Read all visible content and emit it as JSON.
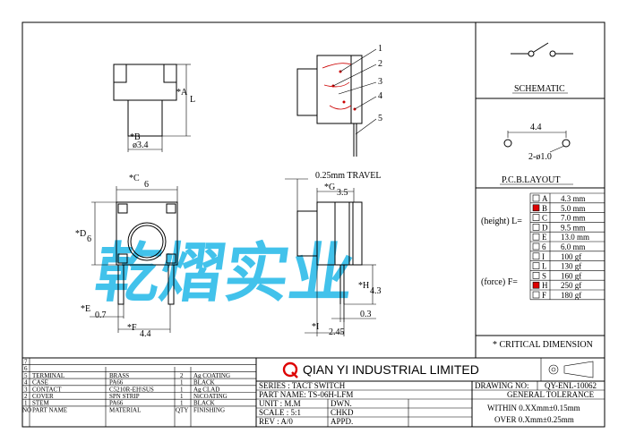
{
  "views": {
    "top_labels": {
      "A": "*A",
      "L": "L",
      "B": "*B",
      "dia": "ø3.4"
    },
    "side_callouts": [
      "1",
      "2",
      "3",
      "4",
      "5"
    ],
    "front_labels": {
      "C": "*C",
      "C_val": "6",
      "D": "*D",
      "D_val": "6",
      "E": "*E",
      "E_val": "0.7",
      "F": "*F",
      "F_val": "4.4"
    },
    "side_labels": {
      "travel": "0.25mm TRAVEL",
      "G": "*G",
      "G_val": "3.5",
      "H": "*H",
      "H_val": "4.3",
      "I": "*I",
      "I_val": "2.45",
      "pin": "0.3"
    }
  },
  "watermark": "乾熠实业",
  "schematic": {
    "title": "SCHEMATIC"
  },
  "pcb": {
    "title": "P.C.B.LAYOUT",
    "pitch": "4.4",
    "hole": "2-ø1.0"
  },
  "height_label": "(height)  L=",
  "force_label": "(force)  F=",
  "height_opts": [
    {
      "code": "A",
      "val": "4.3 mm",
      "checked": false
    },
    {
      "code": "B",
      "val": "5.0 mm",
      "checked": true
    },
    {
      "code": "C",
      "val": "7.0 mm",
      "checked": false
    },
    {
      "code": "D",
      "val": "9.5 mm",
      "checked": false
    },
    {
      "code": "E",
      "val": "13.0 mm",
      "checked": false
    },
    {
      "code": "6",
      "val": "6.0 mm",
      "checked": false
    }
  ],
  "force_opts": [
    {
      "code": "I",
      "val": "100 gf",
      "checked": false
    },
    {
      "code": "L",
      "val": "130 gf",
      "checked": false
    },
    {
      "code": "S",
      "val": "160 gf",
      "checked": false
    },
    {
      "code": "H",
      "val": "250 gf",
      "checked": true
    },
    {
      "code": "F",
      "val": "180 gf",
      "checked": false
    }
  ],
  "critical": "* CRITICAL  DIMENSION",
  "bom": {
    "empty_rows": [
      "7",
      "6"
    ],
    "rows": [
      {
        "no": "5",
        "part": "TERMINAL",
        "material": "BRASS",
        "qty": "2",
        "finish": "Ag COATING"
      },
      {
        "no": "4",
        "part": "CASE",
        "material": "PA66",
        "qty": "1",
        "finish": "BLACK"
      },
      {
        "no": "3",
        "part": "CONTACT",
        "material": "C5210R-EH\\SUS",
        "qty": "1",
        "finish": "Ag CLAD"
      },
      {
        "no": "2",
        "part": "COVER",
        "material": "SPN STRIP",
        "qty": "1",
        "finish": "NiCOATING"
      },
      {
        "no": "1",
        "part": "STEM",
        "material": "PA66",
        "qty": "1",
        "finish": "BLACK"
      }
    ],
    "header": {
      "no": "NO",
      "part": "PART NAME",
      "material": "MATERIAL",
      "qty": "QTY",
      "finish": "FINISHING"
    }
  },
  "company": "QIAN YI INDUSTRIAL LIMITED",
  "title_block": {
    "series": "SERIES : TACT SWITCH",
    "part_name": "PART NAME: TS-06H-LFM",
    "unit": "UNIT : M.M",
    "scale": "SCALE : 5:1",
    "rev": "REV  : A/0",
    "dwn": "DWN.",
    "chkd": "CHKD",
    "appd": "APPD.",
    "drawing_no": "DRAWING NO:",
    "drawing_no_val": "QY-ENL-10062",
    "tolerance": "GENERAL TOLERANCE",
    "within": "WITHIN 0.XXmm±0.15mm",
    "over": "OVER   0.Xmm±0.25mm"
  }
}
